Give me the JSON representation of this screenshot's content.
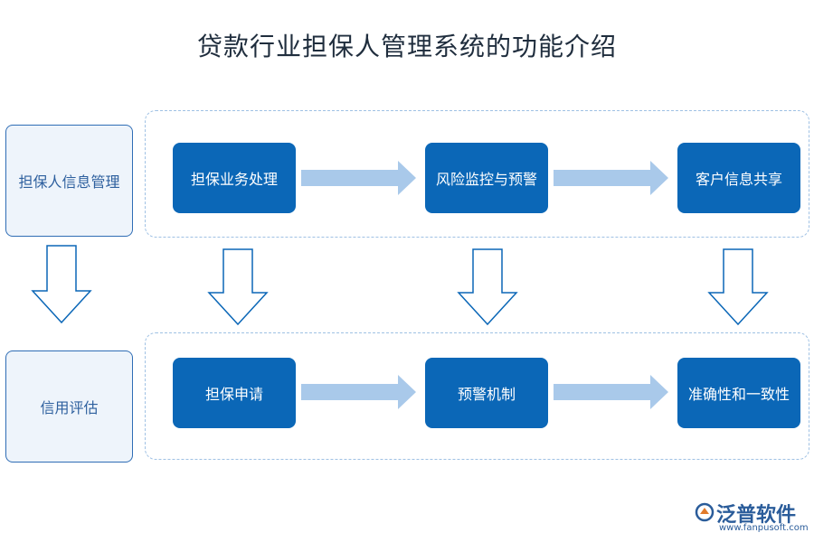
{
  "title": "贷款行业担保人管理系统的功能介绍",
  "side_boxes": {
    "top": "担保人信息管理",
    "bottom": "信用评估"
  },
  "nodes": {
    "row1": [
      "担保业务处理",
      "风险监控与预警",
      "客户信息共享"
    ],
    "row2": [
      "担保申请",
      "预警机制",
      "准确性和一致性"
    ]
  },
  "colors": {
    "node": "#0b67b7",
    "side_box_fill": "#eef4fb",
    "dashed_border": "#9fc1e4",
    "arrow_fill": "#a9c9ea",
    "down_arrow_stroke": "#0b67b7"
  },
  "logo": {
    "name": "泛普软件",
    "url": "www.fanpusoft.com",
    "icon": "fanpu-logo-icon"
  }
}
